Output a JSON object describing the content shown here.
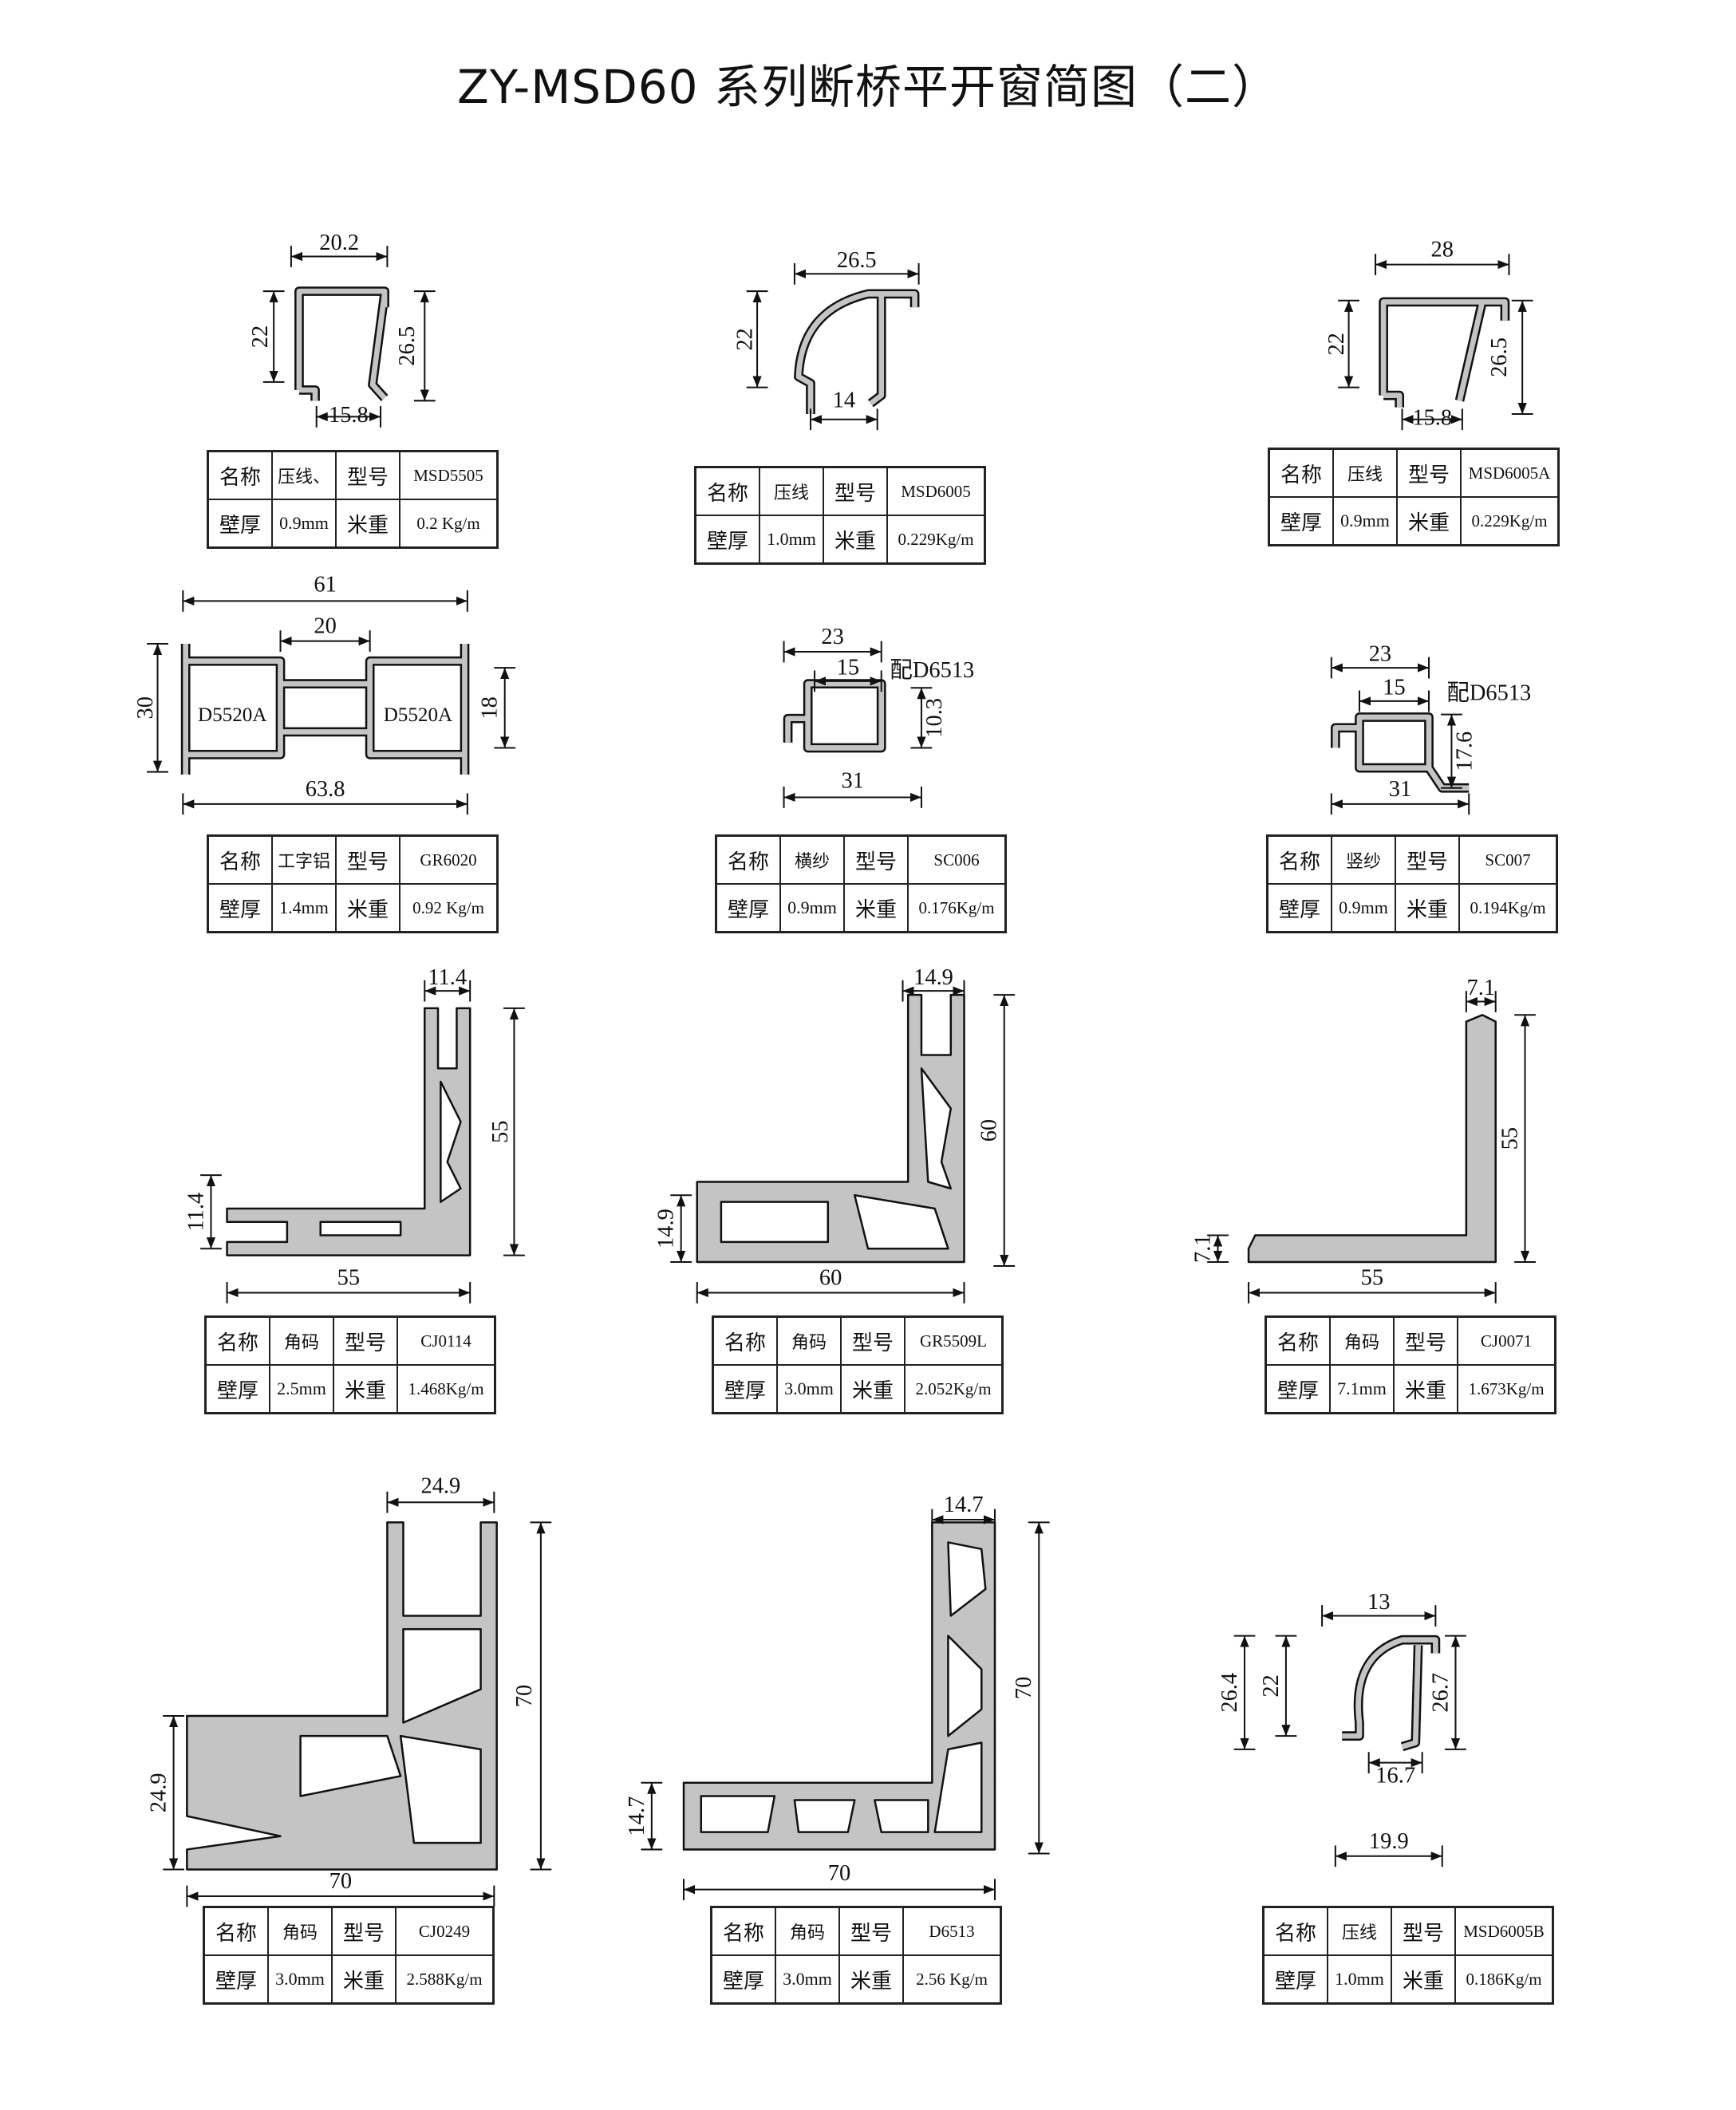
{
  "title": "ZY-MSD60 系列断桥平开窗简图（二）",
  "labels": {
    "name": "名称",
    "model": "型号",
    "thickness": "壁厚",
    "weight": "米重"
  },
  "items": [
    {
      "name": "压线、",
      "model": "MSD5505",
      "thickness": "0.9mm",
      "weight": "0.2  Kg/m",
      "dims": [
        "20.2",
        "22",
        "26.5",
        "15.8"
      ]
    },
    {
      "name": "压线",
      "model": "MSD6005",
      "thickness": "1.0mm",
      "weight": "0.229Kg/m",
      "dims": [
        "26.5",
        "22",
        "14"
      ]
    },
    {
      "name": "压线",
      "model": "MSD6005A",
      "thickness": "0.9mm",
      "weight": "0.229Kg/m",
      "dims": [
        "28",
        "22",
        "26.5",
        "15.8"
      ]
    },
    {
      "name": "工字铝",
      "model": "GR6020",
      "thickness": "1.4mm",
      "weight": "0.92 Kg/m",
      "dims": [
        "61",
        "20",
        "30",
        "18",
        "63.8"
      ],
      "inner_labels": [
        "D5520A",
        "D5520A"
      ]
    },
    {
      "name": "横纱",
      "model": "SC006",
      "thickness": "0.9mm",
      "weight": "0.176Kg/m",
      "dims": [
        "23",
        "15",
        "10.3",
        "31"
      ],
      "note": "配D6513"
    },
    {
      "name": "竖纱",
      "model": "SC007",
      "thickness": "0.9mm",
      "weight": "0.194Kg/m",
      "dims": [
        "23",
        "15",
        "17.6",
        "31"
      ],
      "note": "配D6513"
    },
    {
      "name": "角码",
      "model": "CJ0114",
      "thickness": "2.5mm",
      "weight": "1.468Kg/m",
      "dims": [
        "11.4",
        "55",
        "11.4",
        "55"
      ]
    },
    {
      "name": "角码",
      "model": "GR5509L",
      "thickness": "3.0mm",
      "weight": "2.052Kg/m",
      "dims": [
        "14.9",
        "60",
        "14.9",
        "60"
      ]
    },
    {
      "name": "角码",
      "model": "CJ0071",
      "thickness": "7.1mm",
      "weight": "1.673Kg/m",
      "dims": [
        "7.1",
        "55",
        "7.1",
        "55"
      ]
    },
    {
      "name": "角码",
      "model": "CJ0249",
      "thickness": "3.0mm",
      "weight": "2.588Kg/m",
      "dims": [
        "24.9",
        "70",
        "24.9",
        "70"
      ]
    },
    {
      "name": "角码",
      "model": "D6513",
      "thickness": "3.0mm",
      "weight": "2.56 Kg/m",
      "dims": [
        "14.7",
        "70",
        "14.7",
        "70"
      ]
    },
    {
      "name": "压线",
      "model": "MSD6005B",
      "thickness": "1.0mm",
      "weight": "0.186Kg/m",
      "dims": [
        "13",
        "26.4",
        "22",
        "26.7",
        "16.7",
        "19.9"
      ]
    }
  ]
}
